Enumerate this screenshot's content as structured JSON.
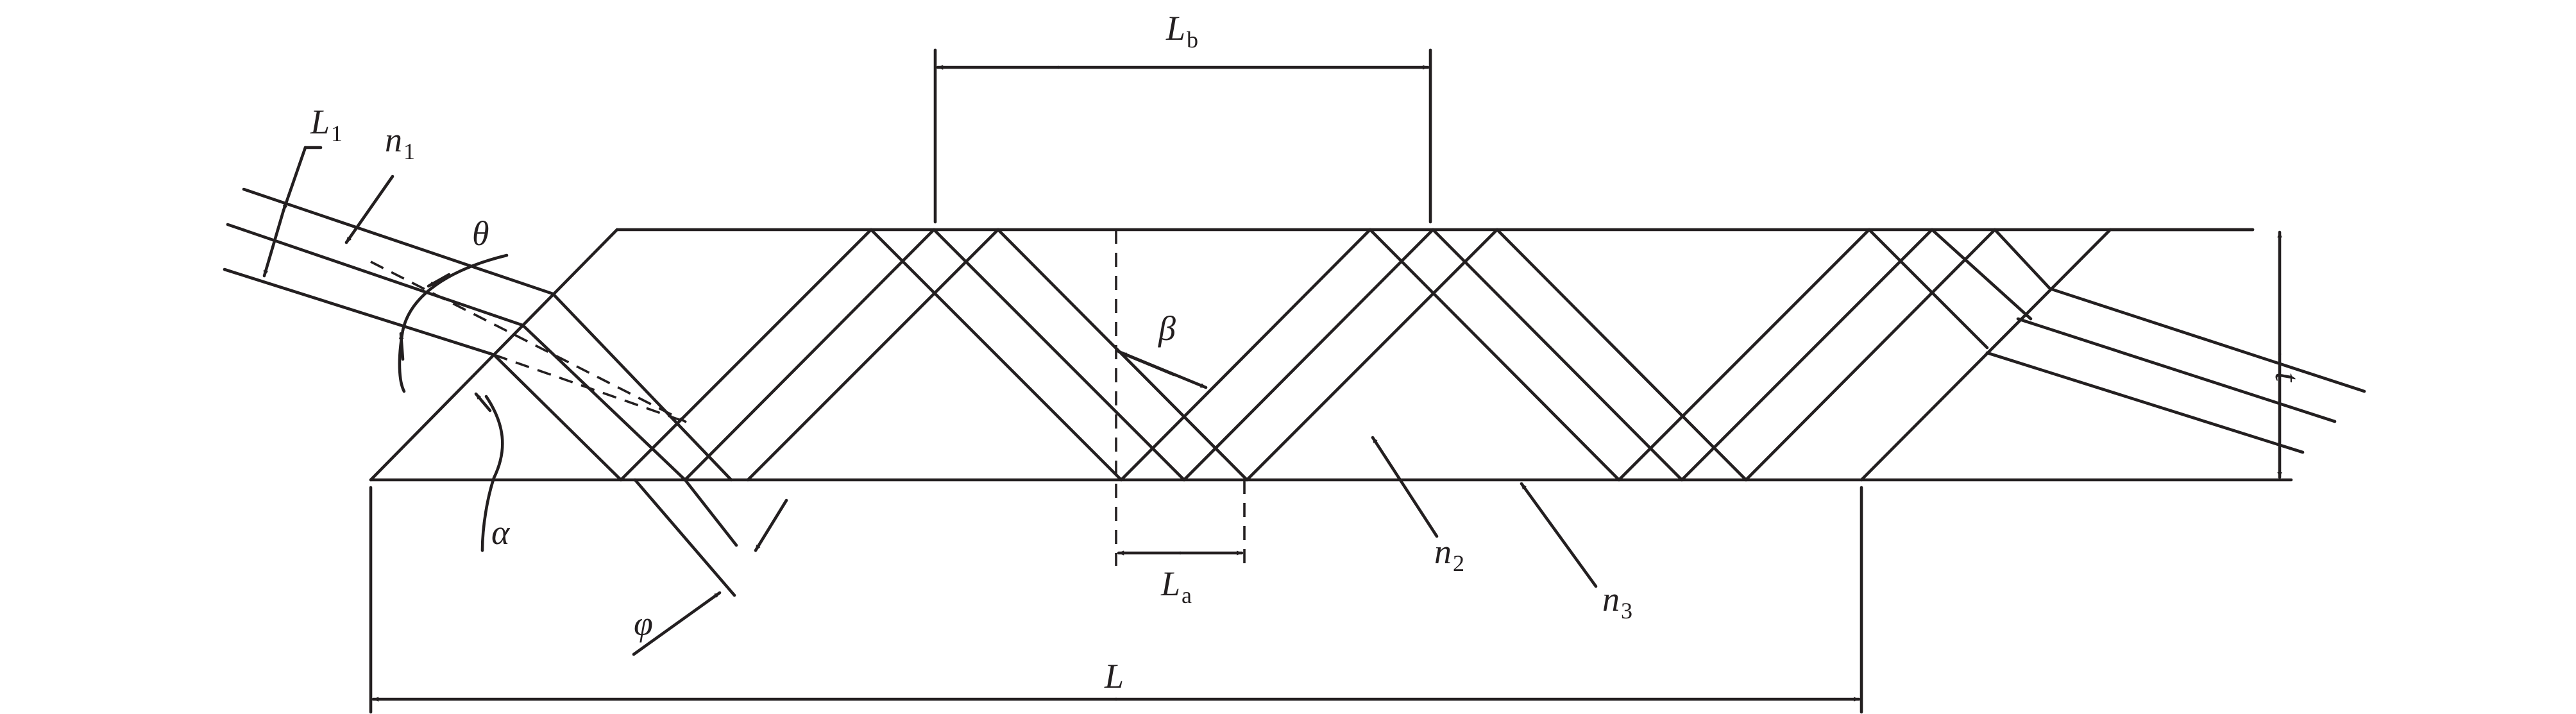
{
  "labels": {
    "L1": {
      "main": "L",
      "sub": "1"
    },
    "n1": {
      "main": "n",
      "sub": "1"
    },
    "theta": "θ",
    "alpha": "α",
    "phi": "φ",
    "Lb": {
      "main": "L",
      "sub": "b"
    },
    "La": {
      "main": "L",
      "sub": "a"
    },
    "beta": "β",
    "n2": {
      "main": "n",
      "sub": "2"
    },
    "n3": {
      "main": "n",
      "sub": "3"
    },
    "L": "L",
    "t": "t"
  }
}
